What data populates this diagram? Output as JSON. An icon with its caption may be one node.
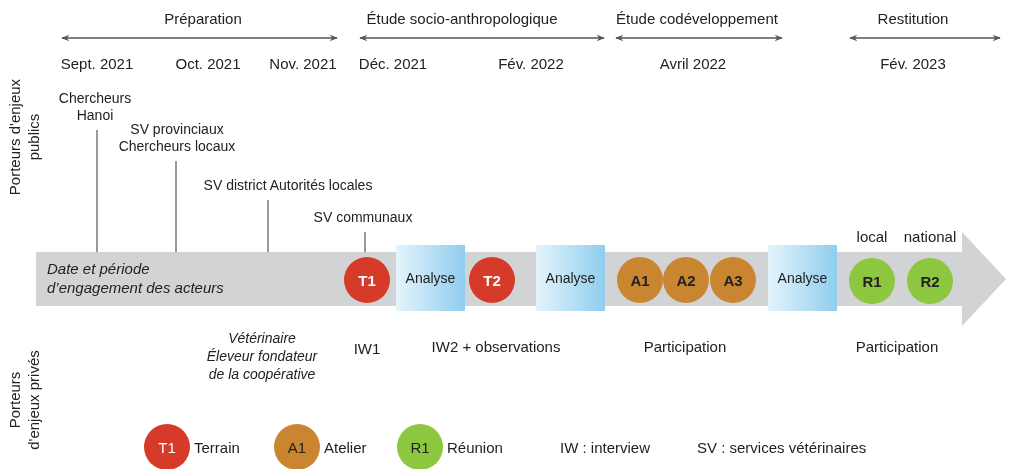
{
  "diagram": {
    "nodes": [
      {
        "text": [
          "Date et période d’engagement des acteurs"
        ]
      },
      {
        "text": [
          "Chercheurs Hanoi"
        ]
      },
      {
        "text": [
          "SV provinciaux Chercheurs locaux"
        ]
      },
      {
        "text": [
          "SV district Autorités locales"
        ]
      },
      {
        "text": [
          "SV communaux"
        ]
      },
      {
        "text": [
          "T1"
        ],
        "in": 0
      },
      {
        "text": [
          "Analyse"
        ],
        "in": 0
      },
      {
        "text": [
          "T2"
        ],
        "in": 0
      },
      {
        "text": [
          "Analyse"
        ],
        "in": 0
      },
      {
        "text": [
          "A1"
        ],
        "in": 0
      },
      {
        "text": [
          "A2"
        ],
        "in": 0
      },
      {
        "text": [
          "A3"
        ],
        "in": 0
      },
      {
        "text": [
          "Analyse"
        ],
        "in": 0
      },
      {
        "text": [
          "R1"
        ],
        "in": 0,
        "beside": [
          "local"
        ]
      },
      {
        "text": [
          "R2"
        ],
        "in": 0,
        "beside": [
          "national"
        ]
      }
    ],
    "edges": [
      {
        "from": 1,
        "to": 0,
        "arrow": "none"
      },
      {
        "from": 2,
        "to": 0,
        "arrow": "none"
      },
      {
        "from": 3,
        "to": 0,
        "arrow": "none"
      },
      {
        "from": 4,
        "to": 5,
        "arrow": "none"
      }
    ],
    "labels": [
      "Préparation",
      "Étude socio-anthropologique",
      "Étude codéveloppement",
      "Restitution",
      "Sept. 2021",
      "Oct. 2021",
      "Nov. 2021",
      "Déc. 2021",
      "Fév. 2022",
      "Avril 2022",
      "Fév. 2023",
      "Porteurs d'enjeux publics",
      "Vétérinaire Éleveur fondateur de la coopérative",
      "IW1",
      "IW2 + observations",
      "Participation",
      "Participation",
      "Porteurs d'enjeux privés",
      "T1",
      "A1",
      "R1",
      "IW : interview",
      "SV : services vétérinaires"
    ],
    "legend": [
      {
        "text": "Terrain",
        "color": "#d63b2a"
      },
      {
        "text": "Atelier",
        "color": "#c98530"
      },
      {
        "text": "Réunion",
        "color": "#8dc63f"
      }
    ]
  }
}
